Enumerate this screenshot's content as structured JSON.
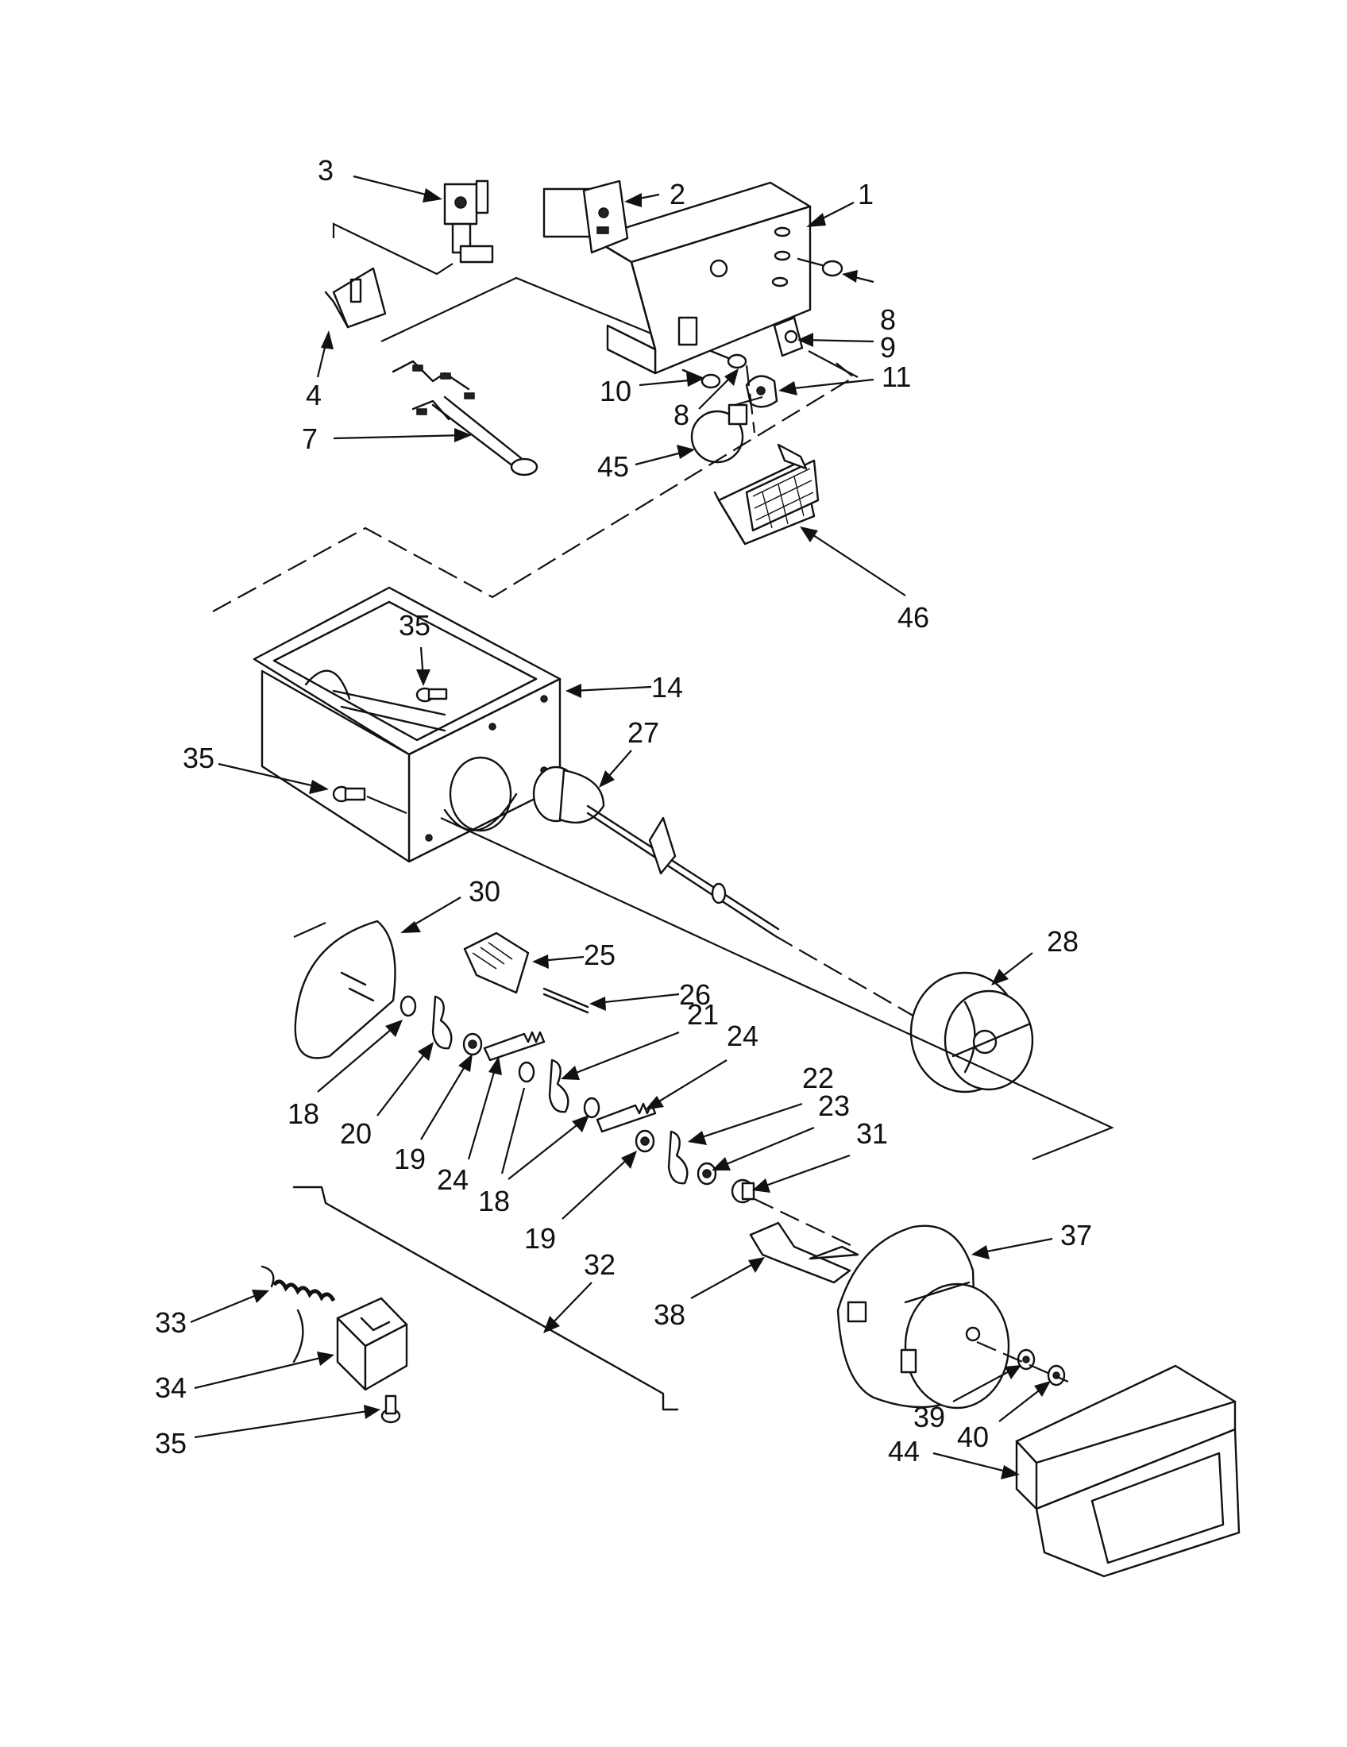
{
  "callouts": [
    {
      "id": "c1",
      "text": "1"
    },
    {
      "id": "c2",
      "text": "2"
    },
    {
      "id": "c3",
      "text": "3"
    },
    {
      "id": "c4",
      "text": "4"
    },
    {
      "id": "c7",
      "text": "7"
    },
    {
      "id": "c8a",
      "text": "8"
    },
    {
      "id": "c9",
      "text": "9"
    },
    {
      "id": "c10",
      "text": "10"
    },
    {
      "id": "c11",
      "text": "11"
    },
    {
      "id": "c8b",
      "text": "8"
    },
    {
      "id": "c45",
      "text": "45"
    },
    {
      "id": "c46",
      "text": "46"
    },
    {
      "id": "c35a",
      "text": "35"
    },
    {
      "id": "c14",
      "text": "14"
    },
    {
      "id": "c27",
      "text": "27"
    },
    {
      "id": "c35b",
      "text": "35"
    },
    {
      "id": "c30",
      "text": "30"
    },
    {
      "id": "c25",
      "text": "25"
    },
    {
      "id": "c26",
      "text": "26"
    },
    {
      "id": "c28",
      "text": "28"
    },
    {
      "id": "c21",
      "text": "21"
    },
    {
      "id": "c24a",
      "text": "24"
    },
    {
      "id": "c18a",
      "text": "18"
    },
    {
      "id": "c20",
      "text": "20"
    },
    {
      "id": "c19a",
      "text": "19"
    },
    {
      "id": "c24b",
      "text": "24"
    },
    {
      "id": "c18b",
      "text": "18"
    },
    {
      "id": "c22",
      "text": "22"
    },
    {
      "id": "c23",
      "text": "23"
    },
    {
      "id": "c31",
      "text": "31"
    },
    {
      "id": "c19b",
      "text": "19"
    },
    {
      "id": "c37",
      "text": "37"
    },
    {
      "id": "c32",
      "text": "32"
    },
    {
      "id": "c33",
      "text": "33"
    },
    {
      "id": "c38",
      "text": "38"
    },
    {
      "id": "c34",
      "text": "34"
    },
    {
      "id": "c35c",
      "text": "35"
    },
    {
      "id": "c39",
      "text": "39"
    },
    {
      "id": "c40",
      "text": "40"
    },
    {
      "id": "c44",
      "text": "44"
    }
  ]
}
